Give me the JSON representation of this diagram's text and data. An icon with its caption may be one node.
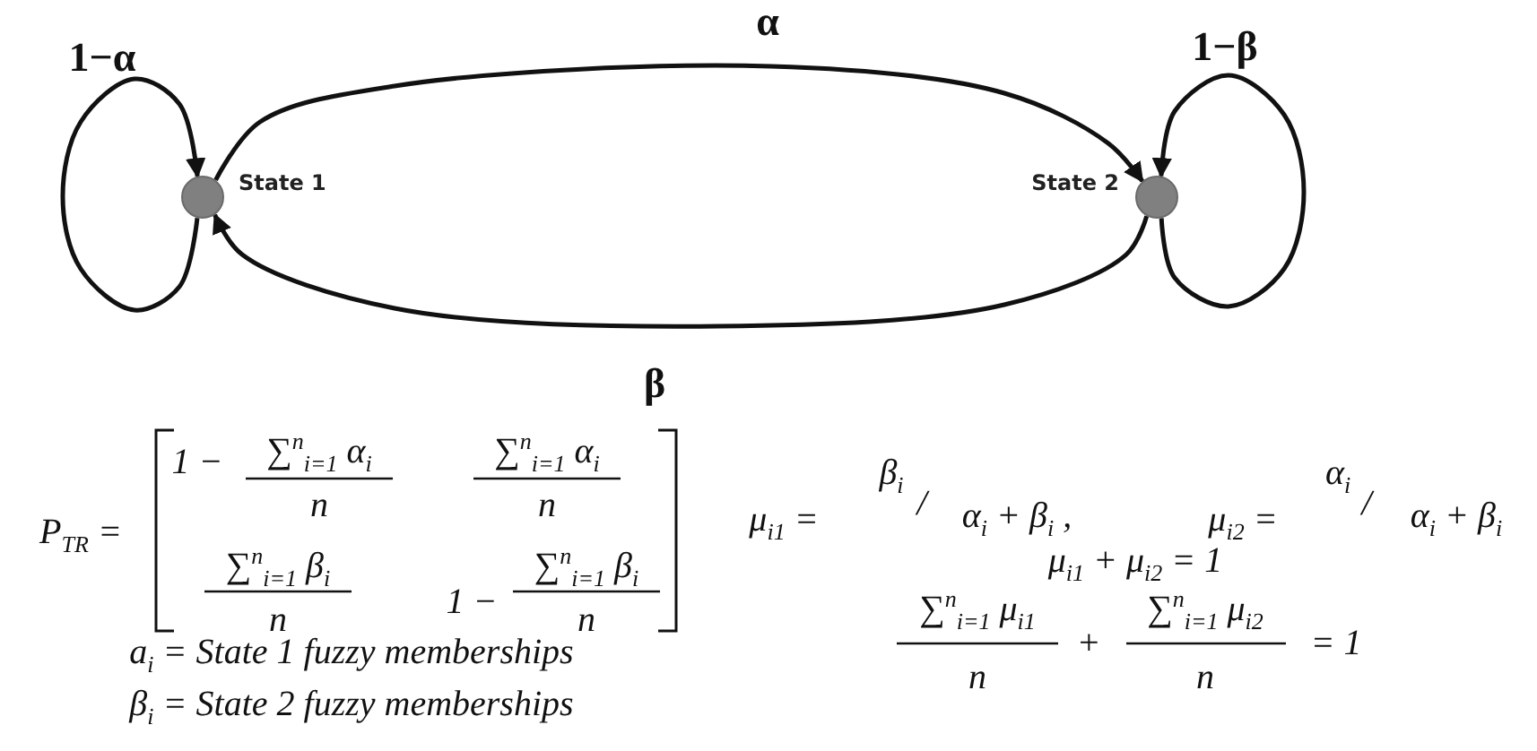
{
  "diagram": {
    "nodes": [
      {
        "text": [],
        "shape": "circle",
        "beside": [
          "State 1"
        ]
      },
      {
        "text": [],
        "shape": "circle",
        "beside": [
          "State 2"
        ]
      }
    ],
    "edges": [
      {
        "from": 0,
        "to": 0,
        "arrow": "to",
        "label": "1−α"
      },
      {
        "from": 0,
        "to": 1,
        "arrow": "to",
        "label": "α"
      },
      {
        "from": 1,
        "to": 0,
        "arrow": "to",
        "label": "β"
      },
      {
        "from": 1,
        "to": 1,
        "arrow": "to",
        "label": "1−β"
      }
    ],
    "labels": [
      "P$_{TR}$ =",
      "1 −",
      "∑$^{n}$$_{i=1}$ α$_{i}$",
      "n",
      "∑$^{n}$$_{i=1}$ α$_{i}$",
      "n",
      "∑$^{n}$$_{i=1}$ β$_{i}$",
      "n",
      "1 −",
      "∑$^{n}$$_{i=1}$ β$_{i}$",
      "n",
      "a$_{i}$ = State 1 fuzzy memberships",
      "β$_{i}$ = State 2 fuzzy memberships",
      "μ$_{i1}$ =",
      "β$_{i}$",
      "/",
      "α$_{i}$ + β$_{i}$ ,",
      "μ$_{i2}$ =",
      "α$_{i}$",
      "/",
      "α$_{i}$ + β$_{i}$",
      "μ$_{i1}$ + μ$_{i2}$ = 1",
      "∑$^{n}$$_{i=1}$ μ$_{i1}$",
      "n",
      "+",
      "∑$^{n}$$_{i=1}$ μ$_{i2}$",
      "n",
      "= 1"
    ]
  }
}
